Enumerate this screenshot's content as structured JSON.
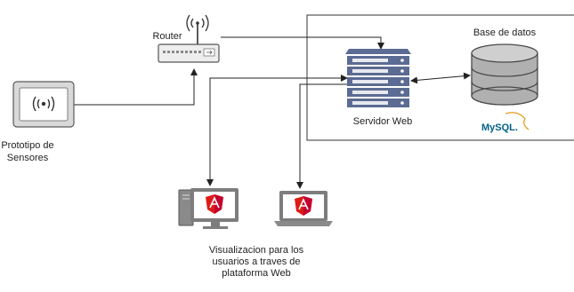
{
  "labels": {
    "router": "Router",
    "database": "Base de datos",
    "server": "Servidor Web",
    "prototype": "Prototipo de Sensores",
    "visualization": "Visualizacion para los usuarios a traves de plataforma Web",
    "mysql_logo": "MySQL."
  },
  "icons": {
    "sensor": "sensor-signal-icon",
    "router": "router-icon",
    "server": "server-rack-icon",
    "database": "database-icon",
    "desktop": "desktop-angular-icon",
    "laptop": "laptop-angular-icon"
  },
  "colors": {
    "server_blue": "#5b6b93",
    "angular_red": "#dd1b16",
    "mysql_blue": "#00618a",
    "mysql_orange": "#e48e00",
    "line": "#222222",
    "device_gray": "#7d7d7d"
  }
}
